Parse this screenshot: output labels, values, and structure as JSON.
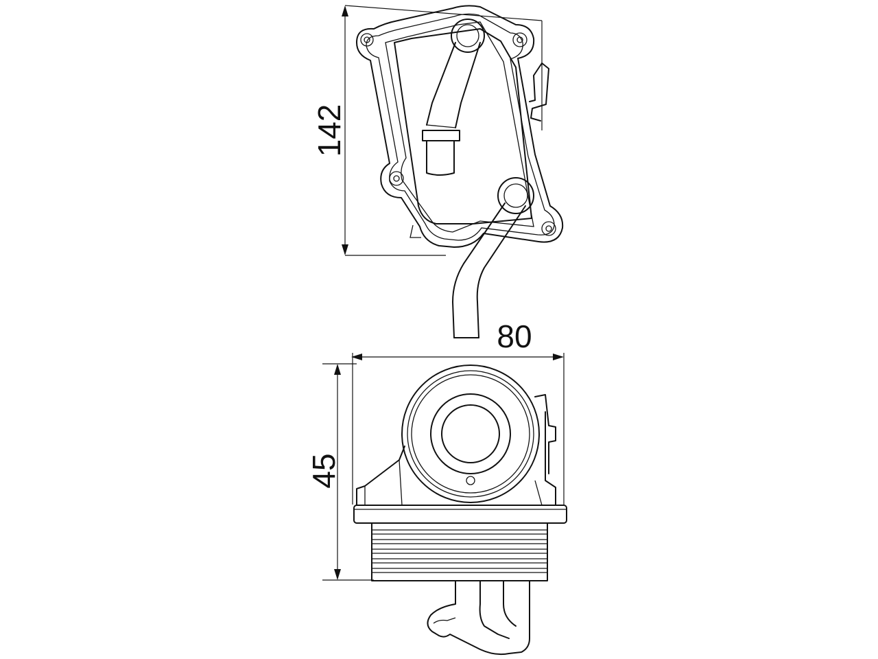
{
  "dimensions": {
    "height_top": "142",
    "width": "80",
    "height_bottom": "45"
  },
  "colors": {
    "line": "#111111",
    "background": "#ffffff"
  }
}
